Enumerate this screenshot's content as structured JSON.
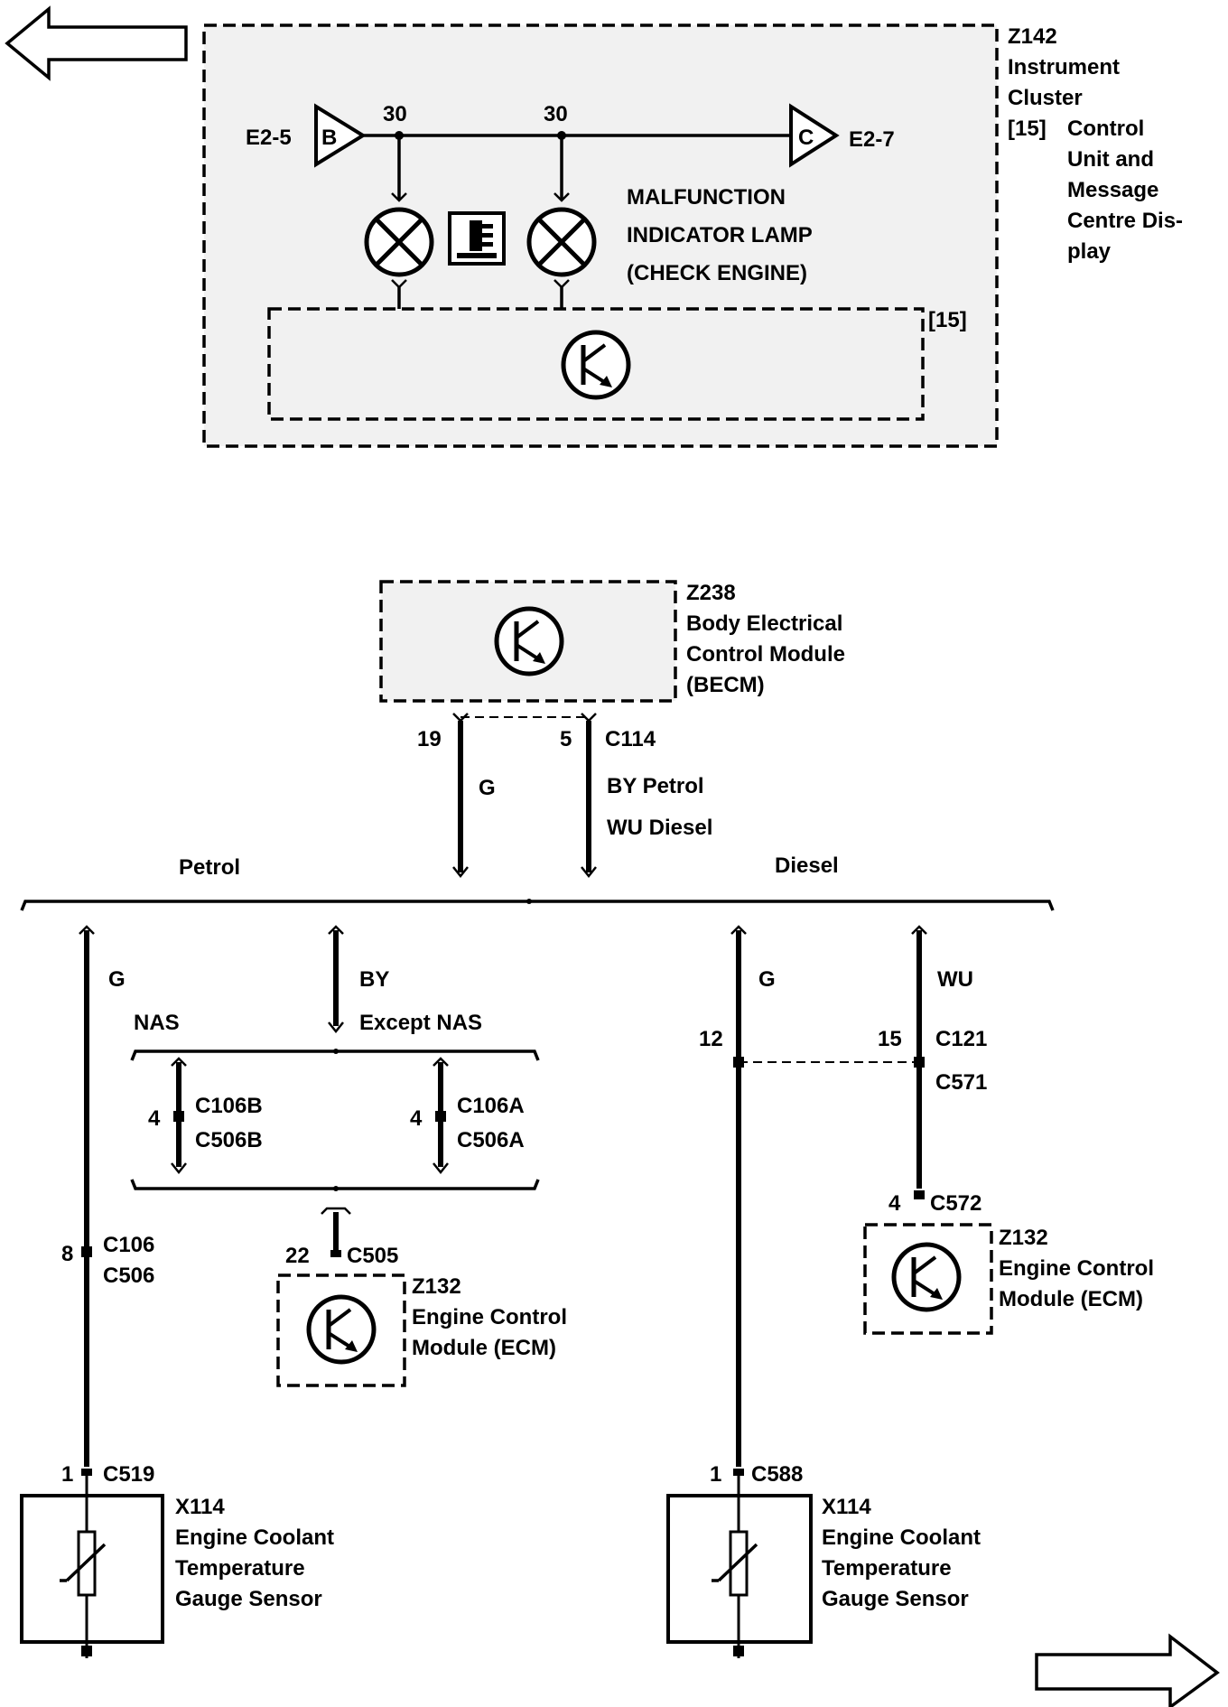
{
  "nav": {
    "back_arrow": "left-arrow",
    "forward_arrow": "right-arrow"
  },
  "instrument_cluster": {
    "ref": "Z142",
    "title_lines": [
      "Instrument",
      "Cluster"
    ],
    "sub_ref": "[15]",
    "sub_title_lines": [
      "Control",
      "Unit and",
      "Message",
      "Centre Dis-",
      "play"
    ],
    "inner_ref": "[15]",
    "pin_left": "E2-5",
    "pin_left_letter": "B",
    "pin_right": "E2-7",
    "pin_right_letter": "C",
    "node_label_1": "30",
    "node_label_2": "30",
    "lamp_lines": [
      "MALFUNCTION",
      "INDICATOR LAMP",
      "(CHECK ENGINE)"
    ]
  },
  "becm": {
    "ref": "Z238",
    "title_lines": [
      "Body Electrical",
      "Control Module",
      "(BECM)"
    ],
    "pin_left": "19",
    "pin_right": "5",
    "connector": "C114",
    "wire_left": "G",
    "wire_right_line1": "BY  Petrol",
    "wire_right_line2": "WU  Diesel"
  },
  "branches": {
    "petrol": "Petrol",
    "diesel": "Diesel"
  },
  "petrol": {
    "wire_g": "G",
    "wire_by": "BY",
    "nas": "NAS",
    "except_nas": "Except NAS",
    "c106b_pin": "4",
    "c106b_lines": [
      "C106B",
      "C506B"
    ],
    "c106a_pin": "4",
    "c106a_lines": [
      "C106A",
      "C506A"
    ],
    "c106_pin": "8",
    "c106_lines": [
      "C106",
      "C506"
    ],
    "c505_pin": "22",
    "c505": "C505",
    "ecm_ref": "Z132",
    "ecm_lines": [
      "Engine Control",
      "Module (ECM)"
    ],
    "c519_pin": "1",
    "c519": "C519",
    "sensor_ref": "X114",
    "sensor_lines": [
      "Engine Coolant",
      "Temperature",
      "Gauge Sensor"
    ]
  },
  "diesel": {
    "wire_g": "G",
    "wire_wu": "WU",
    "c121_pin_left": "12",
    "c121_pin_right": "15",
    "c121": "C121",
    "c571": "C571",
    "c572_pin": "4",
    "c572": "C572",
    "ecm_ref": "Z132",
    "ecm_lines": [
      "Engine Control",
      "Module (ECM)"
    ],
    "c588_pin": "1",
    "c588": "C588",
    "sensor_ref": "X114",
    "sensor_lines": [
      "Engine Coolant",
      "Temperature",
      "Gauge Sensor"
    ]
  }
}
